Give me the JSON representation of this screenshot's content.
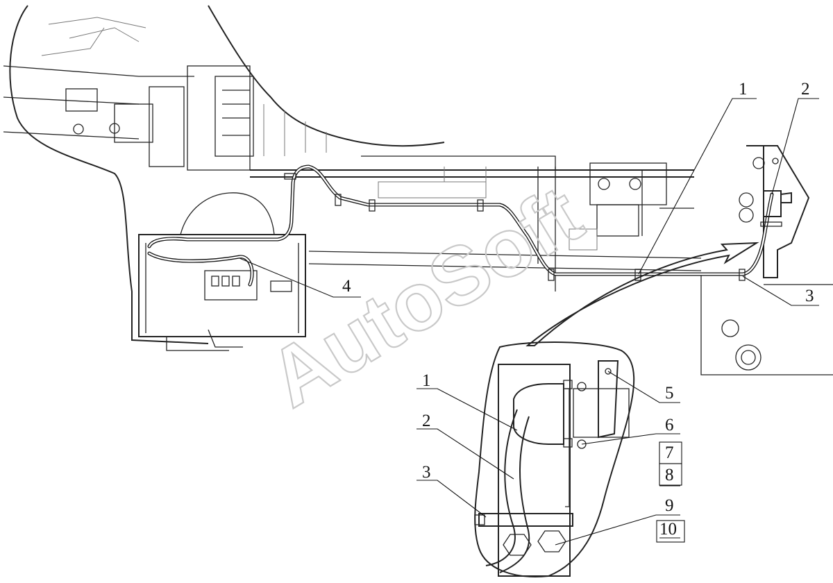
{
  "watermark": "AutoSoft",
  "callouts": {
    "main_1": "1",
    "main_2": "2",
    "main_3": "3",
    "main_4": "4",
    "detail_1": "1",
    "detail_2": "2",
    "detail_3": "3",
    "detail_5": "5",
    "detail_6": "6",
    "detail_7": "7",
    "detail_8": "8",
    "detail_9": "9",
    "detail_10": "10"
  },
  "colors": {
    "line": "#222222",
    "watermark": "#c9c9c9",
    "frame_detail": "#8fb28f"
  }
}
